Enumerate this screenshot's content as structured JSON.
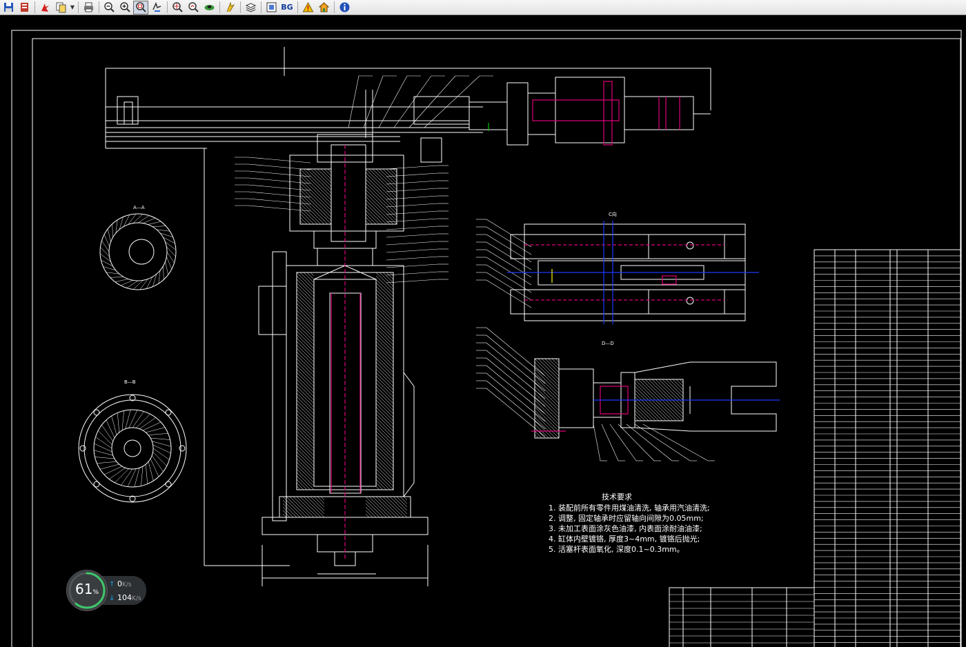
{
  "toolbar": {
    "bg_label": "BG",
    "icons": [
      "save-icon",
      "export-icon",
      "pdf-icon",
      "copy-icon",
      "print-icon",
      "zoom-out-icon",
      "zoom-in-icon",
      "zoom-window-icon",
      "pan-icon",
      "zoom-extents-icon",
      "zoom-previous-icon",
      "orbit-icon",
      "measure-icon",
      "layers-icon",
      "fit-icon",
      "bg-toggle",
      "warning-icon",
      "home-icon",
      "info-icon"
    ]
  },
  "drawing": {
    "section_labels": [
      "A—A",
      "B—B",
      "C向",
      "D—D"
    ],
    "tech_notes_title": "技术要求",
    "tech_notes": [
      "1. 装配前所有零件用煤油清洗, 轴承用汽油清洗;",
      "2. 调整, 固定轴承时应留轴向间隙为0.05mm;",
      "3. 未加工表面涂灰色油漆, 内表面涂耐油油漆;",
      "4. 缸体内壁镀铬, 厚度3~4mm, 镀铬后抛光;",
      "5. 活塞杆表面氧化, 深度0.1~0.3mm。"
    ],
    "colors": {
      "background": "#000000",
      "line": "#ffffff",
      "accent_magenta": "#e0007a",
      "accent_blue": "#1a3aff",
      "accent_yellow": "#ffff00",
      "accent_green": "#00c000"
    }
  },
  "monitor": {
    "percent": "61",
    "percent_unit": "%",
    "upload": "0",
    "upload_unit": "K/s",
    "download": "104",
    "download_unit": "K/s",
    "arrow_up": "↑",
    "arrow_down": "↓"
  }
}
